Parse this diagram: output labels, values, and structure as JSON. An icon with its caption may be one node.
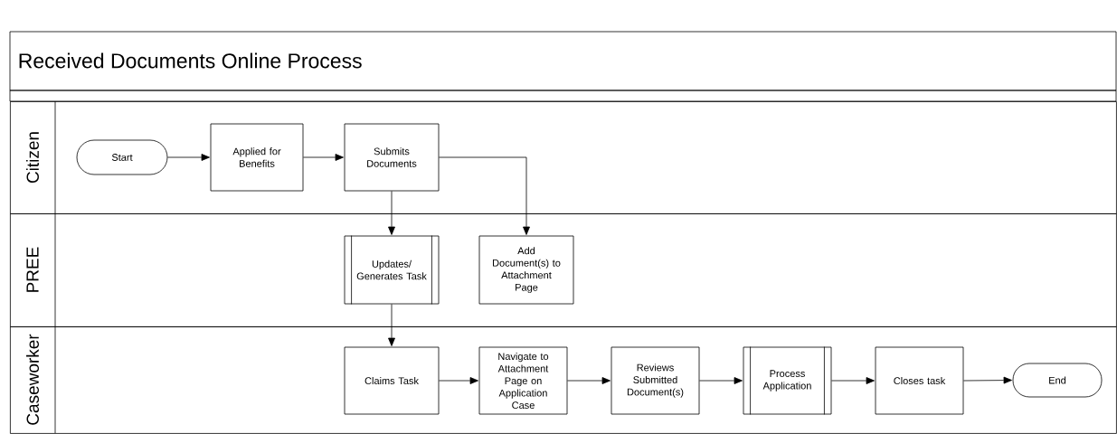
{
  "diagram": {
    "title": "Received Documents Online Process",
    "nodes": [
      {
        "text": [
          "Citizen"
        ]
      },
      {
        "text": [
          "PREE"
        ]
      },
      {
        "text": [
          "Caseworker"
        ]
      },
      {
        "text": [
          "Start"
        ],
        "in": 0
      },
      {
        "text": [
          "Applied for Benefits"
        ],
        "in": 0
      },
      {
        "text": [
          "Submits Documents"
        ],
        "in": 0
      },
      {
        "text": [
          "Updates/ Generates Task"
        ],
        "in": 1
      },
      {
        "text": [
          "Add Document(s) to Attachment Page"
        ],
        "in": 1
      },
      {
        "text": [
          "Claims Task"
        ],
        "in": 2
      },
      {
        "text": [
          "Navigate to Attachment Page on Application Case"
        ],
        "in": 2
      },
      {
        "text": [
          "Reviews Submitted Document(s)"
        ],
        "in": 2
      },
      {
        "text": [
          "Process Application"
        ],
        "in": 2
      },
      {
        "text": [
          "Closes task"
        ],
        "in": 2
      },
      {
        "text": [
          "End"
        ],
        "in": 2
      }
    ],
    "edges": [
      {
        "from": 3,
        "to": 4,
        "arrow": "to"
      },
      {
        "from": 4,
        "to": 5,
        "arrow": "to"
      },
      {
        "from": 5,
        "to": 6,
        "arrow": "to"
      },
      {
        "from": 5,
        "to": 7,
        "arrow": "to"
      },
      {
        "from": 6,
        "to": 8,
        "arrow": "to"
      },
      {
        "from": 8,
        "to": 9,
        "arrow": "to"
      },
      {
        "from": 9,
        "to": 10,
        "arrow": "to"
      },
      {
        "from": 10,
        "to": 11,
        "arrow": "to"
      },
      {
        "from": 11,
        "to": 12,
        "arrow": "to"
      },
      {
        "from": 12,
        "to": 13,
        "arrow": "to"
      }
    ]
  }
}
